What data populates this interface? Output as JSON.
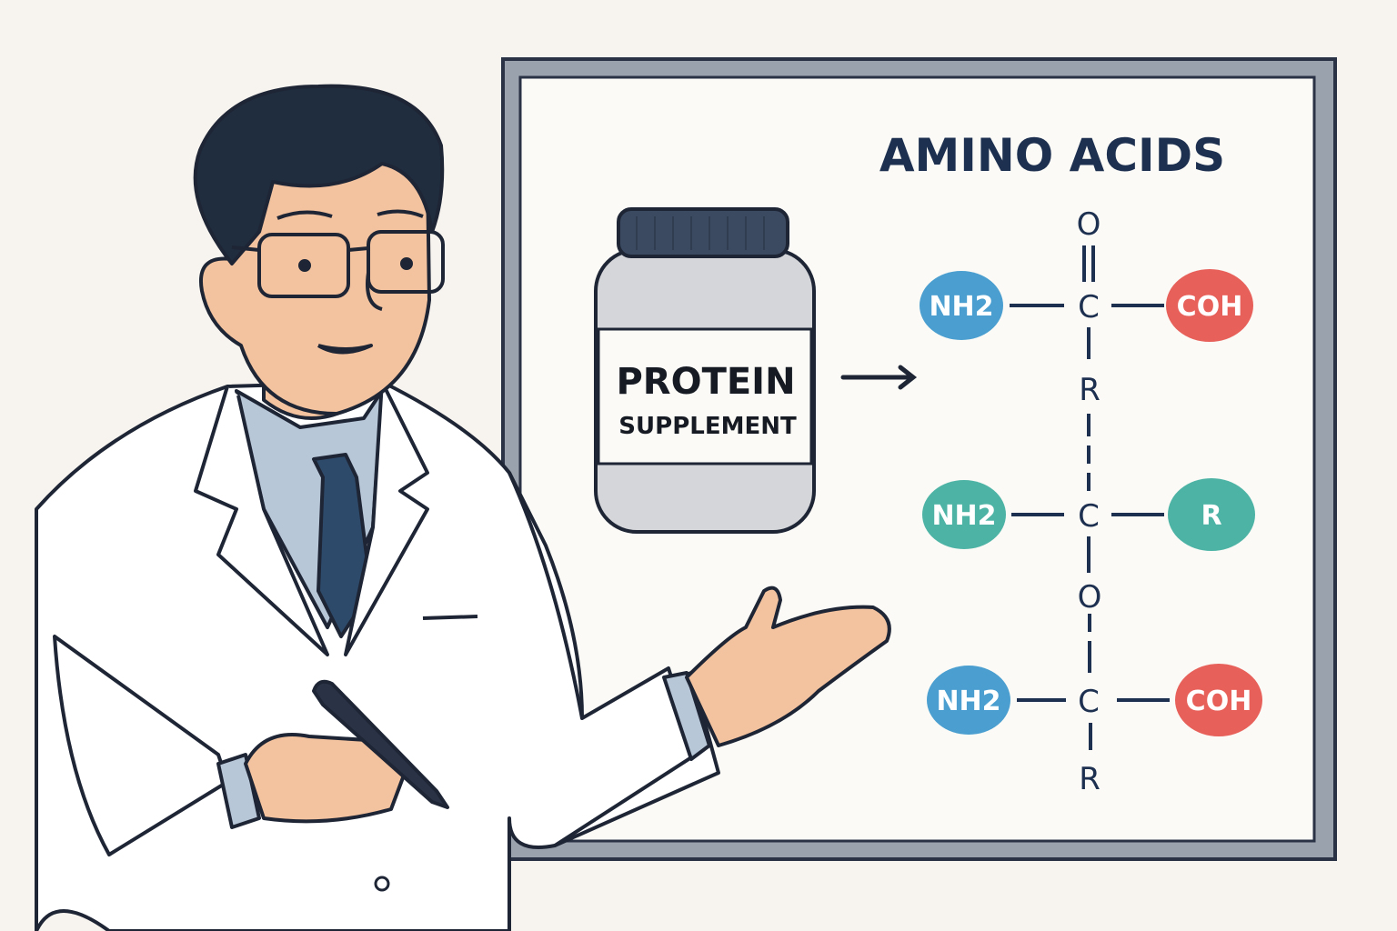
{
  "board": {
    "title": "AMINO ACIDS",
    "jar": {
      "line1": "PROTEIN",
      "line2": "SUPPLEMENT"
    },
    "structure": {
      "top_oxygen": "O",
      "rows": [
        {
          "left": "NH2",
          "center": "C",
          "right": "COH",
          "left_color": "#4a9fd0",
          "right_color": "#e8605a",
          "below": "R"
        },
        {
          "left": "NH2",
          "center": "C",
          "right": "R",
          "left_color": "#4db3a5",
          "right_color": "#4db3a5",
          "below": "O"
        },
        {
          "left": "NH2",
          "center": "C",
          "right": "COH",
          "left_color": "#4a9fd0",
          "right_color": "#e8605a",
          "below": "R"
        }
      ]
    }
  },
  "colors": {
    "ink": "#1e3050",
    "background": "#f7f3ee",
    "frame": "#8e96a3"
  }
}
